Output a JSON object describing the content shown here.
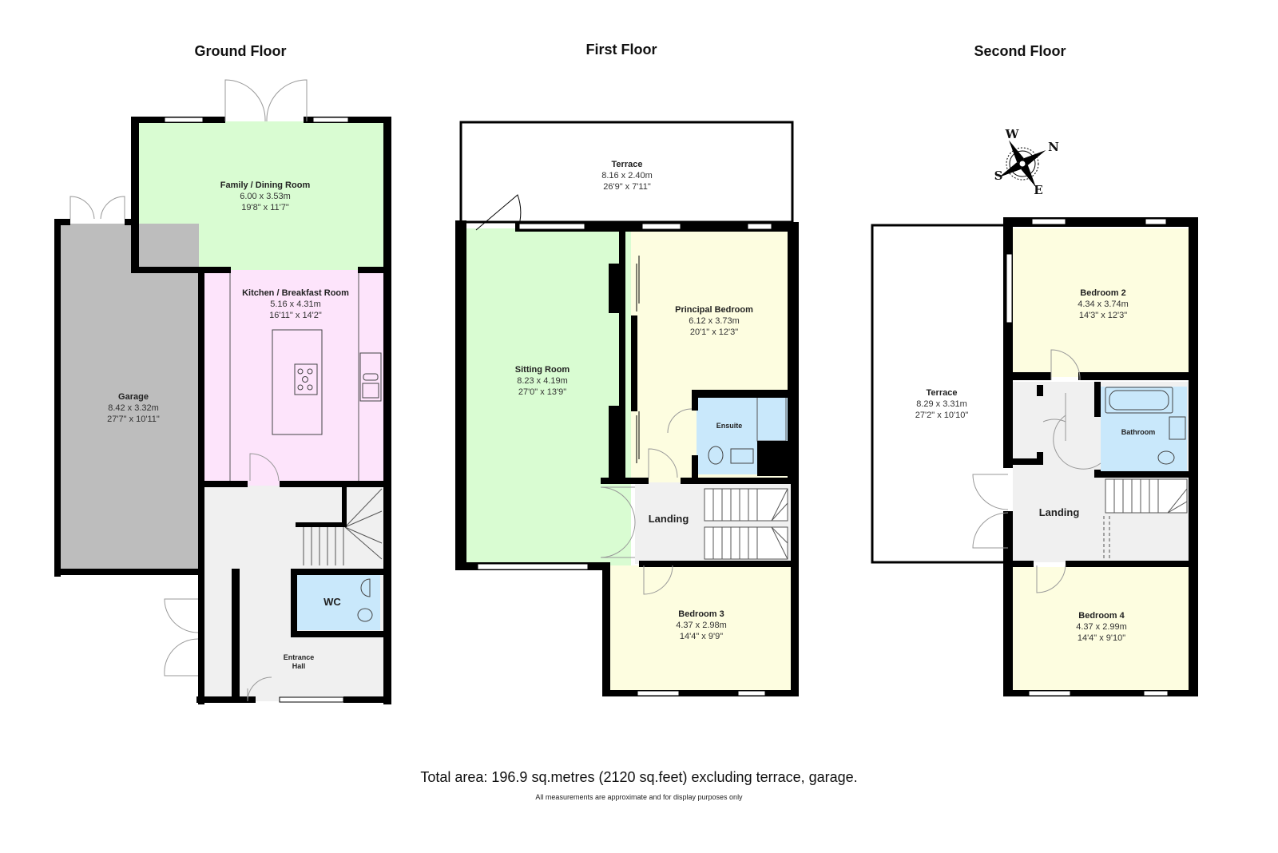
{
  "floors": {
    "ground": {
      "title": "Ground Floor"
    },
    "first": {
      "title": "First Floor"
    },
    "second": {
      "title": "Second Floor"
    }
  },
  "rooms": {
    "family_dining": {
      "name": "Family / Dining Room",
      "metric": "6.00 x 3.53m",
      "imperial": "19'8\" x 11'7\""
    },
    "kitchen": {
      "name": "Kitchen / Breakfast Room",
      "metric": "5.16 x 4.31m",
      "imperial": "16'11\" x 14'2\""
    },
    "garage": {
      "name": "Garage",
      "metric": "8.42 x 3.32m",
      "imperial": "27'7\" x 10'11\""
    },
    "wc": {
      "name": "WC"
    },
    "entrance_hall": {
      "name": "Entrance\nHall",
      "line1": "Entrance",
      "line2": "Hall"
    },
    "terrace_first": {
      "name": "Terrace",
      "metric": "8.16 x 2.40m",
      "imperial": "26'9\" x 7'11\""
    },
    "sitting_room": {
      "name": "Sitting Room",
      "metric": "8.23 x 4.19m",
      "imperial": "27'0\" x 13'9\""
    },
    "principal_bedroom": {
      "name": "Principal Bedroom",
      "metric": "6.12 x 3.73m",
      "imperial": "20'1\" x 12'3\""
    },
    "ensuite": {
      "name": "Ensuite"
    },
    "landing_first": {
      "name": "Landing"
    },
    "bedroom3": {
      "name": "Bedroom 3",
      "metric": "4.37 x 2.98m",
      "imperial": "14'4\" x 9'9\""
    },
    "terrace_second": {
      "name": "Terrace",
      "metric": "8.29 x 3.31m",
      "imperial": "27'2\" x 10'10\""
    },
    "bedroom2": {
      "name": "Bedroom 2",
      "metric": "4.34 x 3.74m",
      "imperial": "14'3\" x 12'3\""
    },
    "bathroom": {
      "name": "Bathroom"
    },
    "landing_second": {
      "name": "Landing"
    },
    "bedroom4": {
      "name": "Bedroom 4",
      "metric": "4.37 x 2.99m",
      "imperial": "14'4\" x 9'10\""
    }
  },
  "compass": {
    "n": "N",
    "e": "E",
    "s": "S",
    "w": "W"
  },
  "colors": {
    "green_room": "#d9fcd2",
    "pink_room": "#fde4fb",
    "yellow_room": "#fdfde0",
    "blue_room": "#c9e8fb",
    "garage_grey": "#bdbdbd",
    "hall_grey": "#f0f0f0",
    "wall": "#000000"
  },
  "footer": {
    "total_area": "Total area: 196.9 sq.metres (2120 sq.feet) excluding terrace, garage.",
    "disclaimer": "All measurements are approximate and for display purposes only"
  }
}
